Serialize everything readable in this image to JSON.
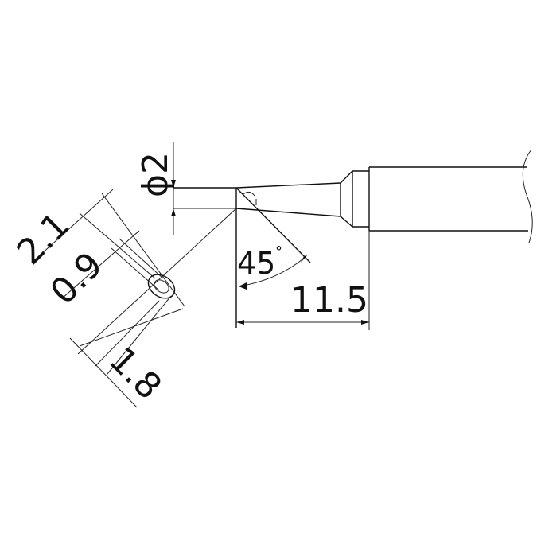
{
  "diagram": {
    "title": "",
    "subject": "soldering tip dimension drawing",
    "dimensions": {
      "tip_diameter": "ϕ2",
      "bevel_width": "2.1",
      "bevel_inner": "0.9",
      "bevel_length": "1.8",
      "bevel_angle": "45",
      "degree_symbol": "°",
      "tip_length": "11.5"
    },
    "line_color": "#111111",
    "background": "#ffffff"
  }
}
